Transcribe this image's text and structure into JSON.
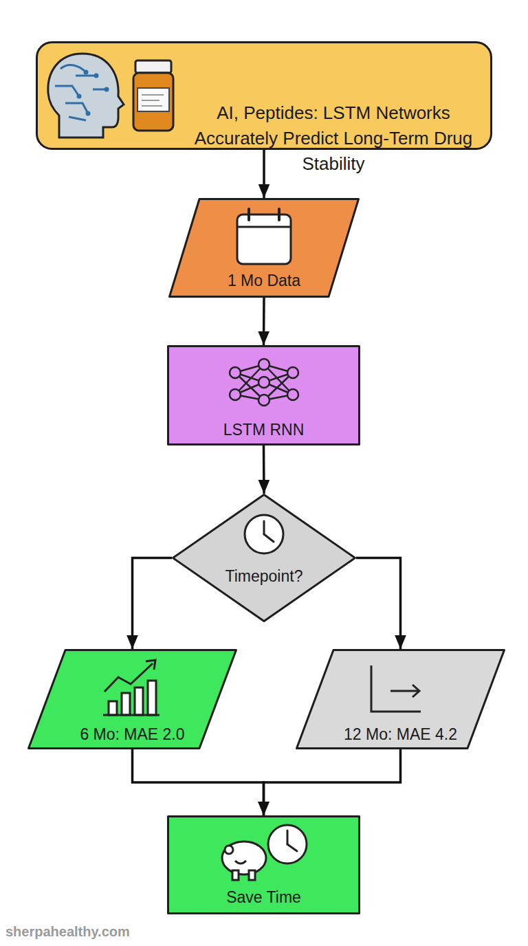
{
  "diagram": {
    "nodes": [
      {
        "text": [
          "AI, Peptides: LSTM Networks Accurately Predict Long-Term Drug Stability"
        ]
      },
      {
        "text": [
          "1",
          "1 Mo Data"
        ]
      },
      {
        "text": [
          "LSTM RNN"
        ]
      },
      {
        "text": [
          "Timepoint?"
        ]
      },
      {
        "text": [
          "6 Mo: MAE 2.0"
        ]
      },
      {
        "text": [
          "12 Mo: MAE 4.2"
        ]
      },
      {
        "text": [
          "Save Time"
        ]
      }
    ],
    "edges": [
      {
        "from": 0,
        "to": 1,
        "arrow": "to"
      },
      {
        "from": 1,
        "to": 2,
        "arrow": "to"
      },
      {
        "from": 2,
        "to": 3,
        "arrow": "to"
      },
      {
        "from": 3,
        "to": 4,
        "arrow": "to"
      },
      {
        "from": 3,
        "to": 5,
        "arrow": "to"
      },
      {
        "from": 4,
        "to": 6,
        "arrow": "to"
      },
      {
        "from": 5,
        "to": 6,
        "arrow": "to"
      }
    ],
    "labels": [
      "sherpahealthy.com"
    ]
  }
}
